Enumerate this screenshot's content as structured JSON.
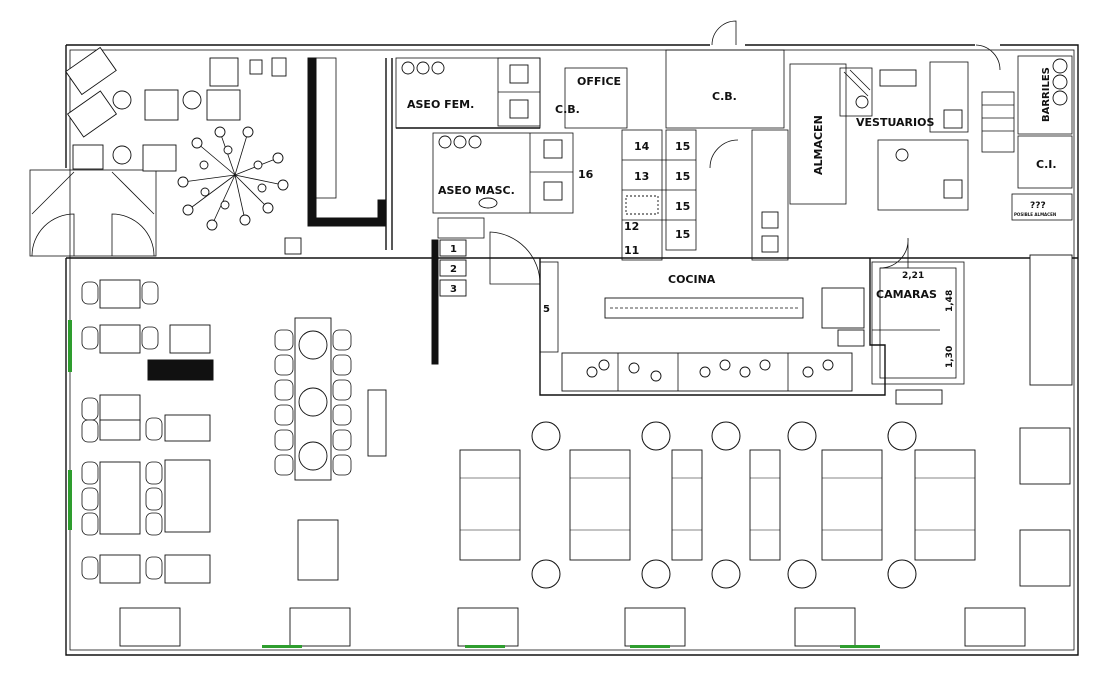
{
  "labels": {
    "office": "OFFICE",
    "cb_left": "C.B.",
    "cb_right": "C.B.",
    "aseo_fem": "ASEO FEM.",
    "aseo_masc": "ASEO MASC.",
    "almacen": "ALMACEN",
    "vestuarios": "VESTUARIOS",
    "barriles": "BARRILES",
    "ci": "C.I.",
    "possible": "???",
    "possible_sub": "POSIBLE ALMACEN",
    "cocina": "COCINA",
    "camaras": "CAMARAS",
    "dim_221": "2,21",
    "dim_148": "1,48",
    "dim_130": "1,30"
  },
  "kitchen_numbers": {
    "n14": "14",
    "n15a": "15",
    "n13": "13",
    "n15b": "15",
    "n15c": "15",
    "n12": "12",
    "n15d": "15",
    "n11": "11",
    "n16": "16",
    "n1": "1",
    "n2": "2",
    "n3": "3",
    "n5": "5"
  },
  "colors": {
    "line": "#111111",
    "accent": "#2e9d2e"
  }
}
